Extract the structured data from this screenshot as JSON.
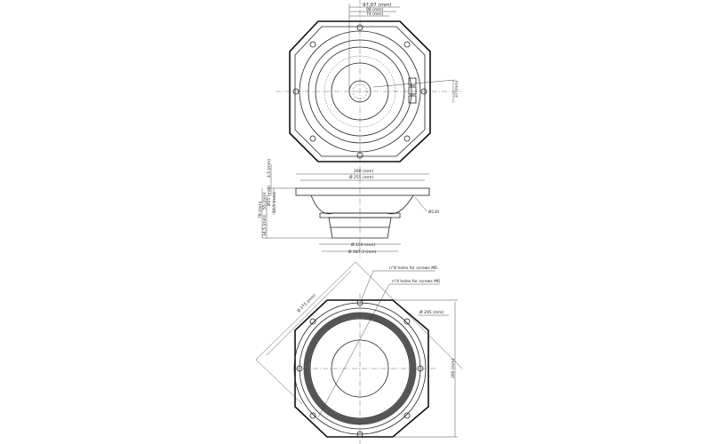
{
  "top_view": {
    "dims": [
      "97,07 (mm)",
      "98 (mm)",
      "74 (mm)",
      "37 (mm)"
    ]
  },
  "side_view": {
    "dims": [
      "4,5 (mm)",
      "260 (mm)",
      "Ø 255 (mm)",
      "78 (mm)",
      "55 (mm)",
      "Ø25 (mm)",
      "12,5 (mm)",
      "34,5 (mm)",
      "Ø130",
      "Ø 150 (mm)",
      "Ø 187,3 (mm)"
    ]
  },
  "front_view": {
    "notes": [
      "n°8 holes for screws M6",
      "n°4 holes for screws M6"
    ],
    "dims": [
      "Ø 295 (mm)",
      "Ø 275 (mm)",
      "260 (mm)"
    ]
  }
}
